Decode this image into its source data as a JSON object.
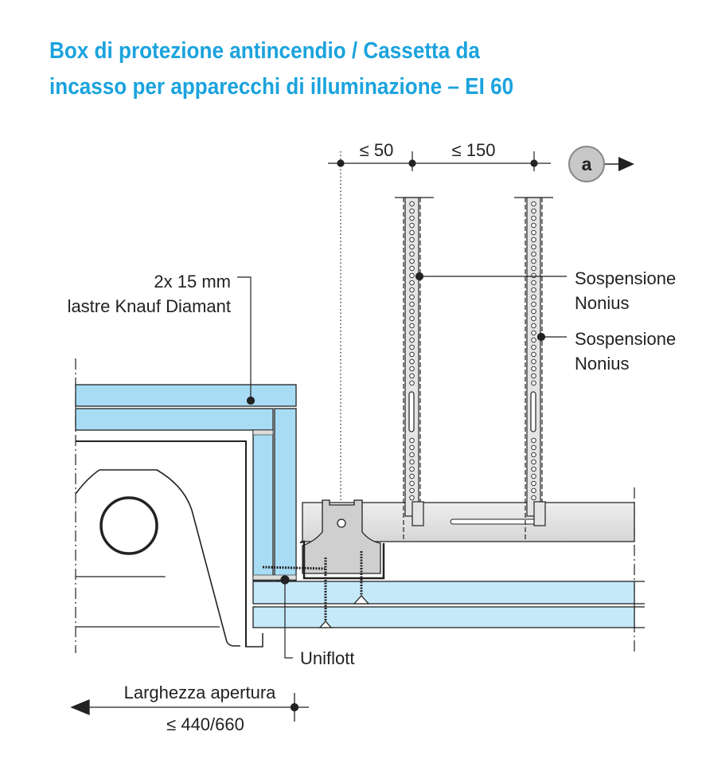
{
  "title": {
    "line1": "Box di protezione antincendio / Cassetta da",
    "line2": "incasso per apparecchi di illuminazione – EI 60"
  },
  "dimensions": {
    "dim_50": "≤ 50",
    "dim_150": "≤ 150",
    "section_marker": "a",
    "opening_label": "Larghezza apertura",
    "opening_value": "≤ 440/660"
  },
  "labels": {
    "boards_line1": "2x 15 mm",
    "boards_line2": "lastre Knauf Diamant",
    "hanger1_line1": "Sospensione",
    "hanger1_line2": "Nonius",
    "hanger2_line1": "Sospensione",
    "hanger2_line2": "Nonius",
    "uniflott": "Uniflott"
  },
  "colors": {
    "title": "#1ba3dd",
    "board_box": "#a8dcf5",
    "board_ceiling": "#c6e9fa",
    "metal": "#e2e2e2"
  }
}
